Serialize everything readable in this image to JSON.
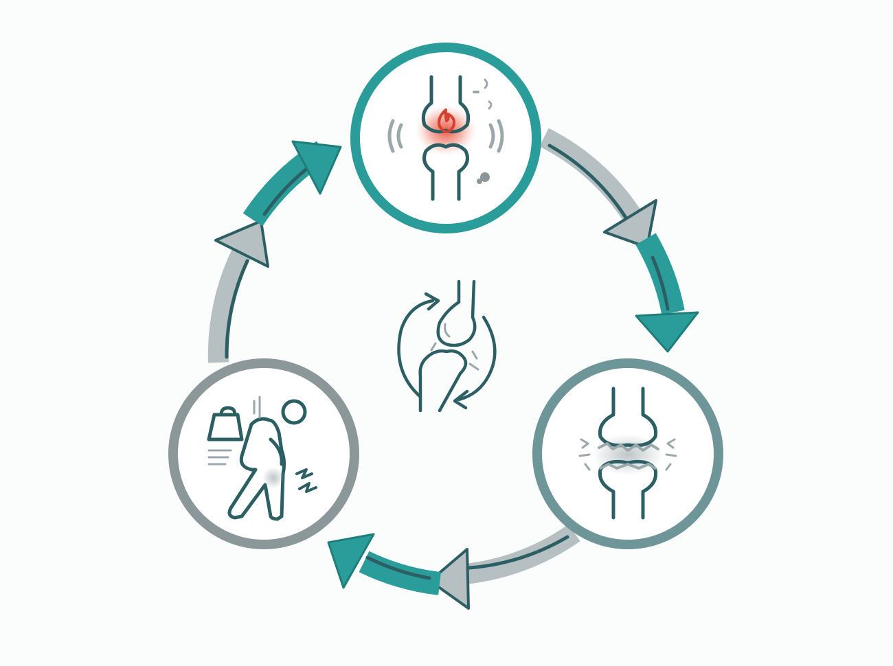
{
  "colors": {
    "background": "#fbfcfc",
    "teal": "#2a9d9a",
    "teal_dark": "#1f8a87",
    "gray": "#b6c0c3",
    "gray_ring": "#7f8c90",
    "slate_ring": "#6e9598",
    "icon_stroke": "#2c5f63",
    "icon_light": "#9aa8ab",
    "inflammation": "#e8503c"
  },
  "nodes": [
    {
      "id": "inflammation",
      "icon": "inflamed-joint-icon",
      "ring": "teal"
    },
    {
      "id": "cartilage-damage",
      "icon": "worn-cartilage-joint-icon",
      "ring": "slate"
    },
    {
      "id": "pain-strain",
      "icon": "person-lifting-knee-pain-icon",
      "ring": "gray"
    }
  ],
  "center_icon": "joint-cycle-icon",
  "arrows": [
    "inflammation-to-damage-arrow",
    "damage-to-pain-arrow",
    "pain-to-inflammation-arrow"
  ]
}
